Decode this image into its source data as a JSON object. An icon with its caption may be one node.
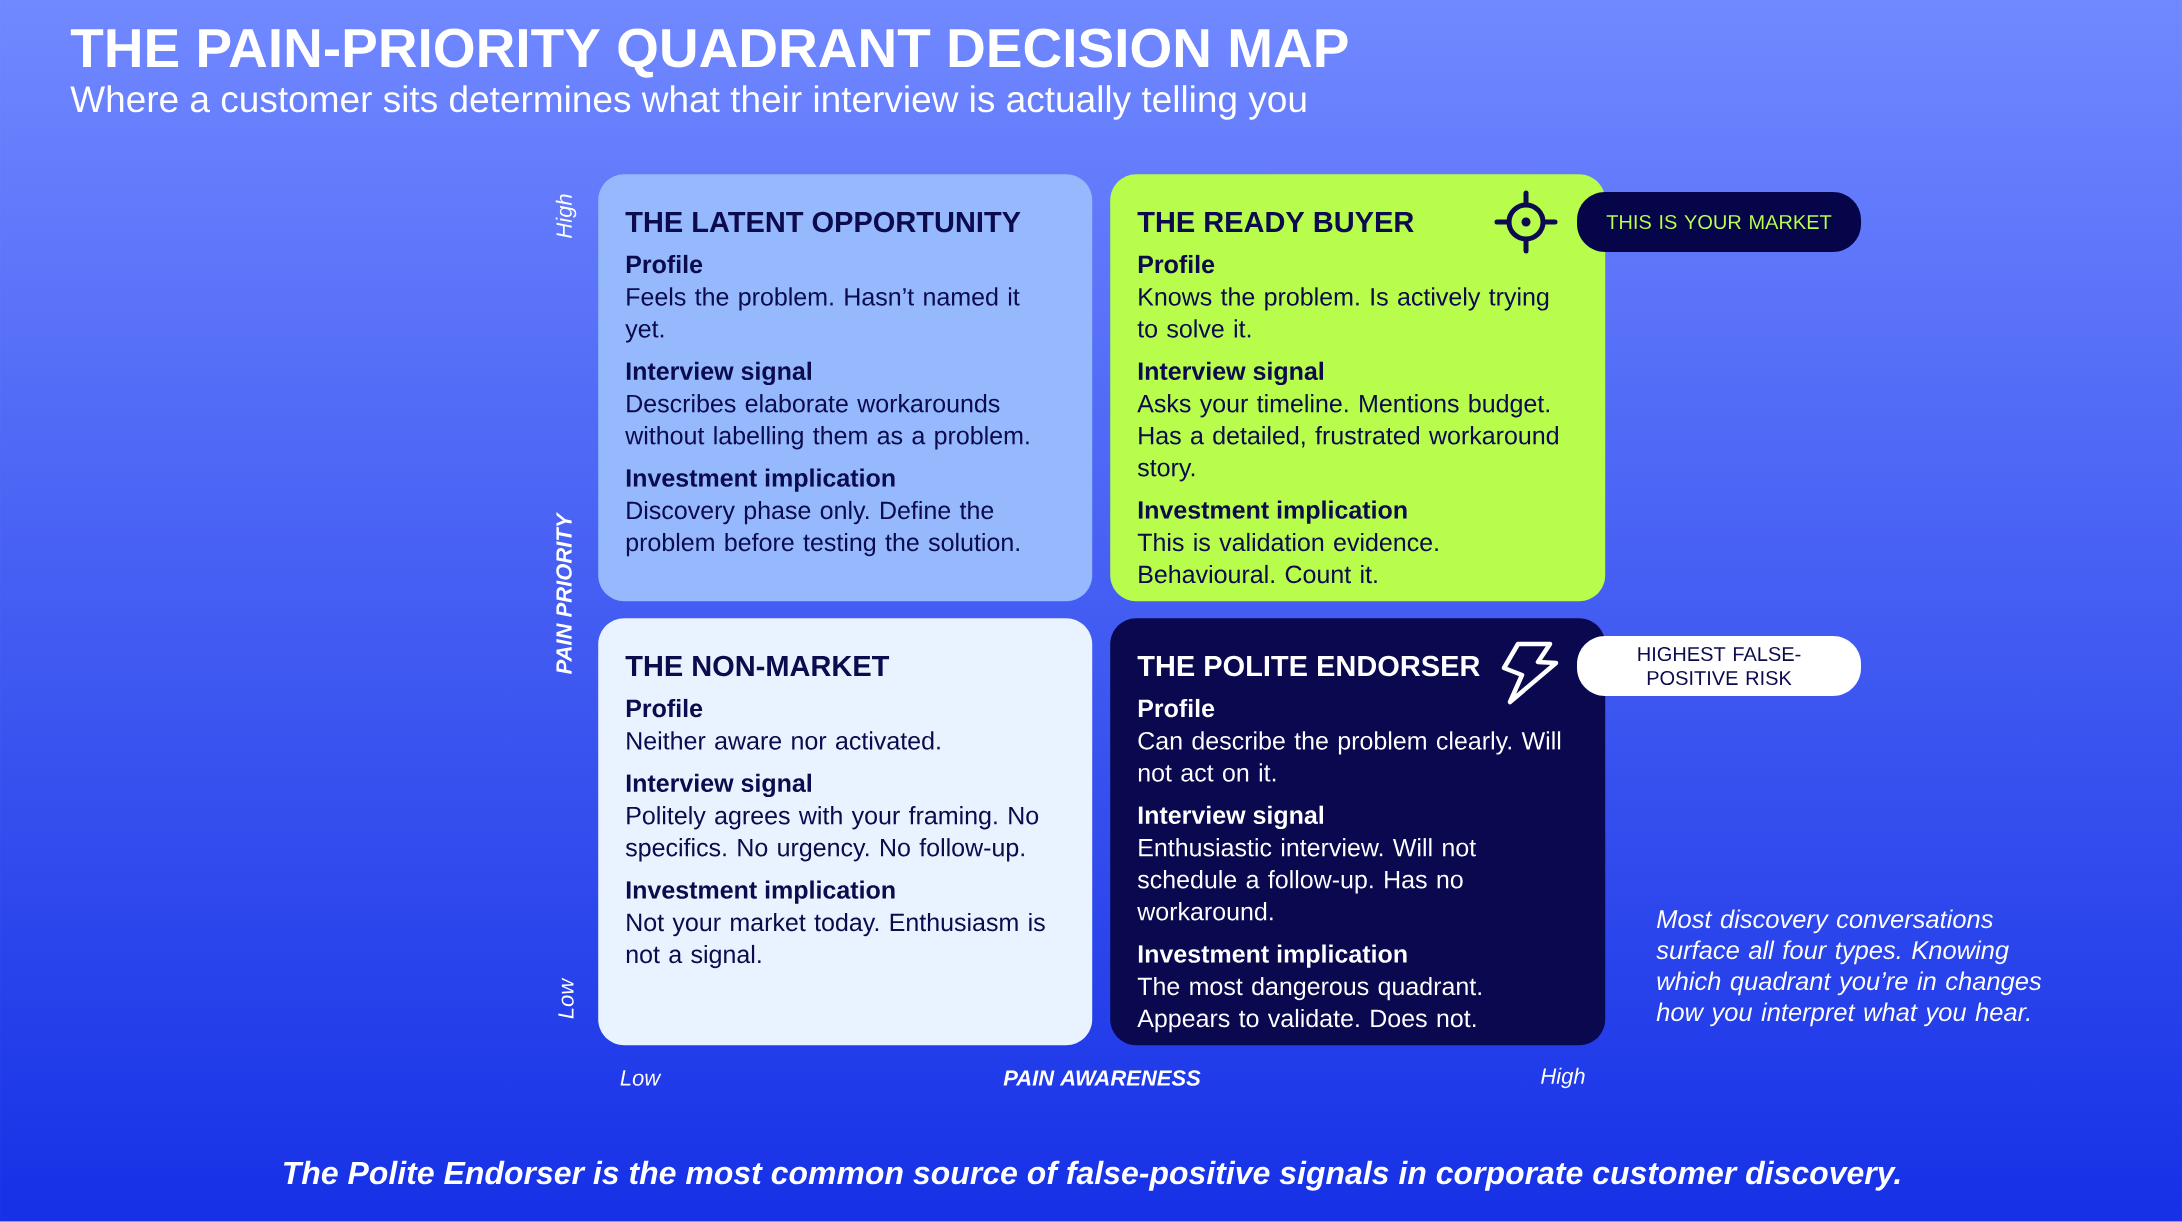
{
  "diagram": {
    "title": "THE PAIN-PRIORITY QUADRANT DECISION MAP",
    "nodes": [
      {
        "text": [
          "THE LATENT OPPORTUNITY",
          "Profile",
          "Feels the problem. Hasn’t named it yet.",
          "Interview signal",
          "Describes elaborate workarounds without labelling them as a problem.",
          "Investment implication",
          "Discovery phase only. Define the problem before testing the solution."
        ]
      },
      {
        "text": [
          "THE READY BUYER",
          "Profile",
          "Knows the problem. Is actively trying to solve it.",
          "Interview signal",
          "Asks your timeline. Mentions budget. Has a detailed, frustrated workaround story.",
          "Investment implication",
          "This is validation evidence. Behavioural. Count it."
        ]
      },
      {
        "text": [
          "THIS IS YOUR MARKET"
        ]
      },
      {
        "text": [
          "THE NON-MARKET",
          "Profile",
          "Neither aware nor activated.",
          "Interview signal",
          "Politely agrees with your framing. No specifics. No urgency. No follow-up.",
          "Investment implication",
          "Not your market today. Enthusiasm is not a signal."
        ]
      },
      {
        "text": [
          "THE POLITE ENDORSER",
          "Profile",
          "Can describe the problem clearly. Will not act on it.",
          "Interview signal",
          "Enthusiastic interview. Will not schedule a follow-up. Has no workaround.",
          "Investment implication",
          "The most dangerous quadrant. Appears to validate. Does not."
        ]
      },
      {
        "text": [
          "HIGHEST FALSE-POSITIVE RISK"
        ]
      }
    ],
    "labels": [
      "Where a customer sits determines what their interview is actually telling you",
      "High",
      "PAIN PRIORITY",
      "Low",
      "Most discovery conversations surface all four types. Knowing which quadrant you’re in changes how you interpret what you hear.",
      "Low",
      "PAIN AWARENESS",
      "High"
    ],
    "caption": "The Polite Endorser is the most common source of false-positive signals in corporate customer discovery."
  }
}
